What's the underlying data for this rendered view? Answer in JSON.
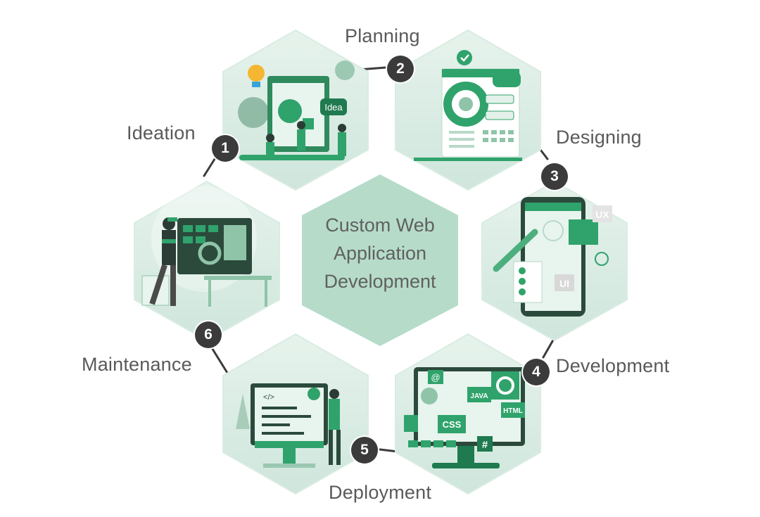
{
  "center": {
    "lines": [
      "Custom Web",
      "Application",
      "Development"
    ]
  },
  "steps": [
    {
      "number": "1",
      "label": "Ideation",
      "illustration_text": "Idea"
    },
    {
      "number": "2",
      "label": "Planning"
    },
    {
      "number": "3",
      "label": "Designing",
      "illustration_text": [
        "UX",
        "UI"
      ]
    },
    {
      "number": "4",
      "label": "Development",
      "illustration_text": [
        "JAVA",
        "HTML",
        "CSS",
        "#",
        "@"
      ]
    },
    {
      "number": "5",
      "label": "Deployment",
      "illustration_text": "</>"
    },
    {
      "number": "6",
      "label": "Maintenance"
    }
  ],
  "colors": {
    "hex_fill": "#cfe6dc",
    "hex_fill_light": "#e3f1ea",
    "center_fill": "#a9d6bf",
    "accent": "#2fa36b",
    "accent_dark": "#1f7a4f",
    "badge": "#3b3b3b",
    "connector": "#3b3b3b",
    "label_text": "#5a5a5a"
  }
}
